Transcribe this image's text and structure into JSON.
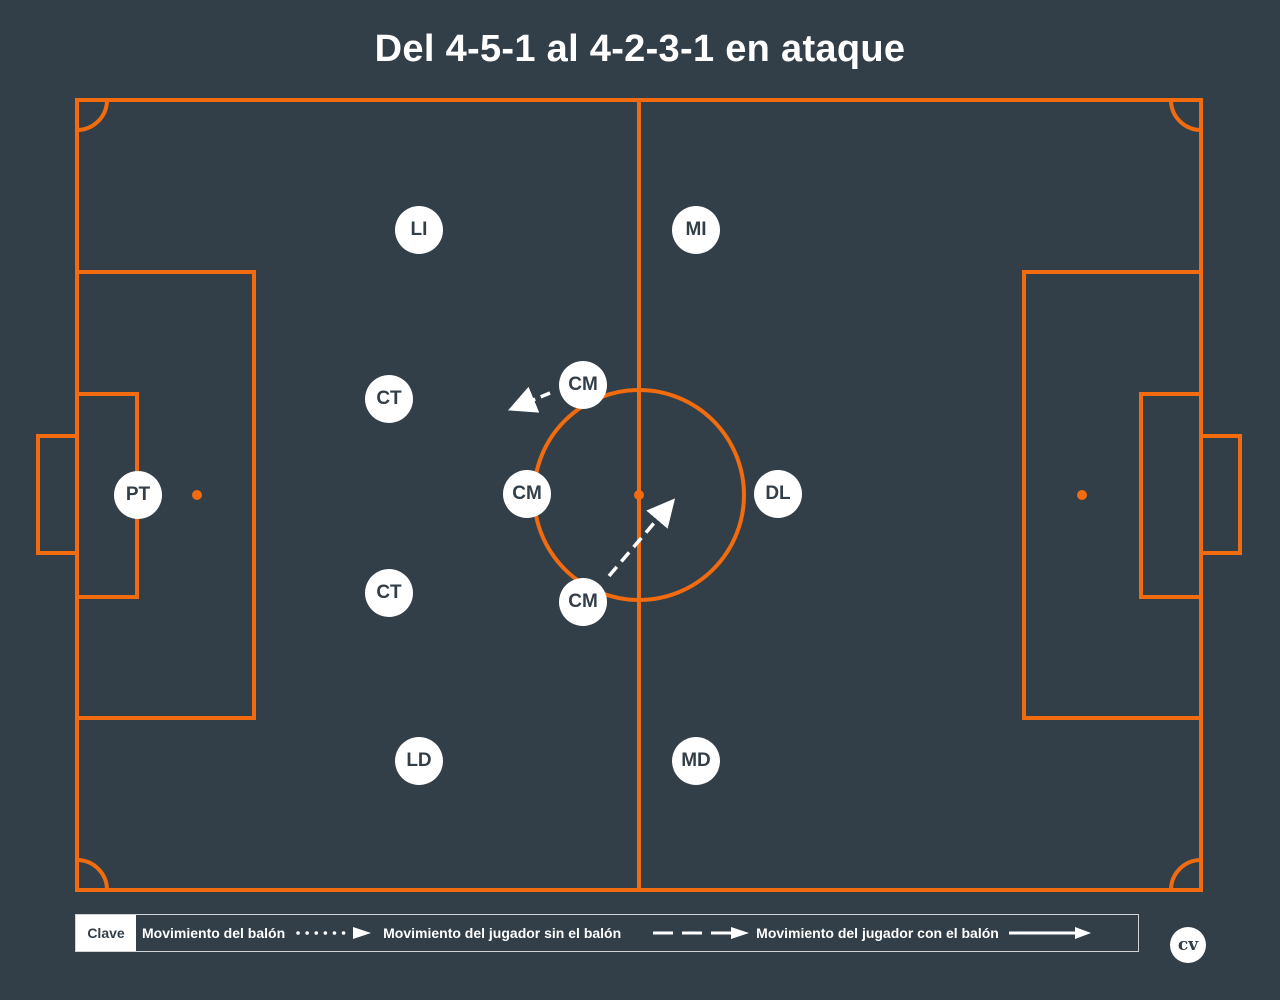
{
  "title": "Del 4-5-1 al 4-2-3-1 en ataque",
  "colors": {
    "background": "#333f48",
    "lines": "#f26b0f",
    "player": "#ffffff"
  },
  "players": [
    {
      "id": "pt",
      "label": "PT"
    },
    {
      "id": "li",
      "label": "LI"
    },
    {
      "id": "ct-top",
      "label": "CT"
    },
    {
      "id": "ct-bottom",
      "label": "CT"
    },
    {
      "id": "ld",
      "label": "LD"
    },
    {
      "id": "cm-top",
      "label": "CM"
    },
    {
      "id": "cm-center",
      "label": "CM"
    },
    {
      "id": "cm-bottom",
      "label": "CM"
    },
    {
      "id": "mi",
      "label": "MI"
    },
    {
      "id": "md",
      "label": "MD"
    },
    {
      "id": "dl",
      "label": "DL"
    }
  ],
  "legend": {
    "key": "Clave",
    "ball_movement": "Movimiento del balón",
    "player_without_ball": "Movimiento del jugador sin el balón",
    "player_with_ball": "Movimiento del jugador con el balón"
  },
  "logo": "CV"
}
